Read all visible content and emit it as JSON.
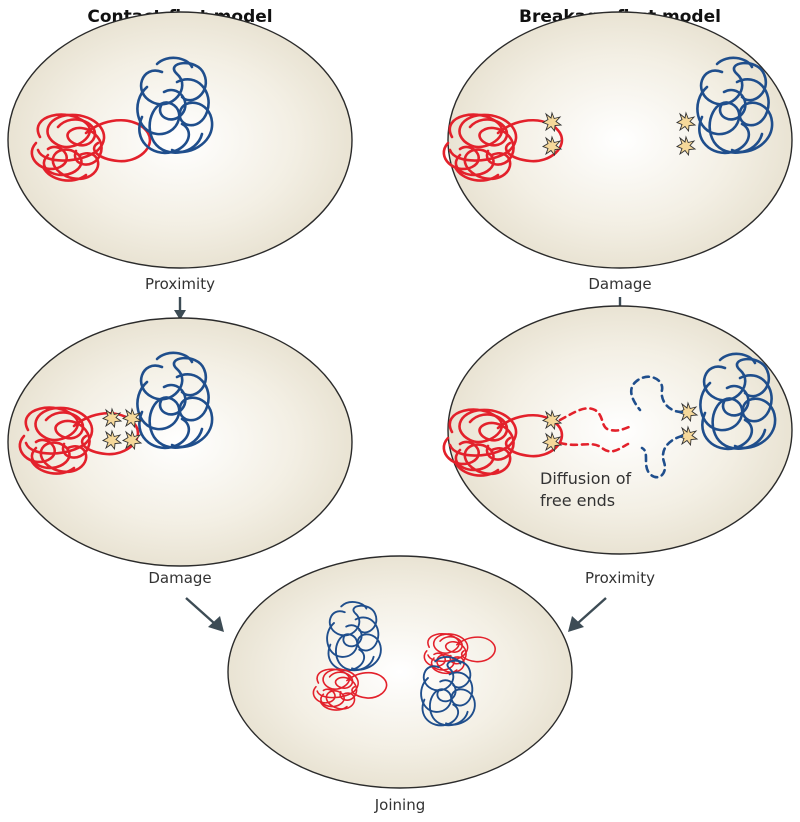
{
  "titles": {
    "left": "Contact-first model",
    "right": "Breakage-first model"
  },
  "labels": {
    "left_proximity": "Proximity",
    "right_damage": "Damage",
    "left_damage": "Damage",
    "right_proximity": "Proximity",
    "joining": "Joining"
  },
  "annotation": {
    "line1": "Diffusion of",
    "line2": "free ends"
  },
  "colors": {
    "cell_fill_center": "#ffffff",
    "cell_fill_edge": "#e6dfce",
    "cell_outline": "#2b2b2b",
    "chromosome_red": "#e3212b",
    "chromosome_blue": "#1f4e8c",
    "break_burst": "#f5d89a",
    "arrow": "#3d4c55"
  }
}
